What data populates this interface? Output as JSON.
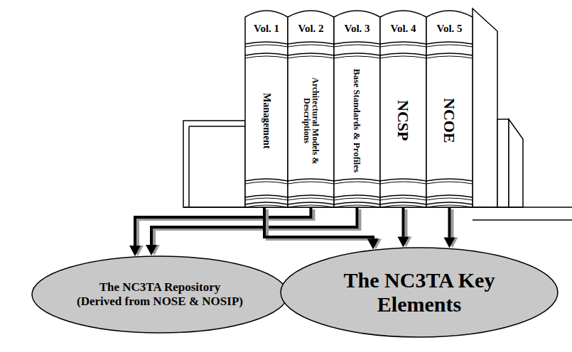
{
  "diagram": {
    "nodes": [
      {
        "text": [
          "Vol. 1",
          "Management"
        ]
      },
      {
        "text": [
          "Vol. 2",
          "Architectural Models & Descriptions"
        ]
      },
      {
        "text": [
          "Vol. 3",
          "Base Standards & Profiles"
        ]
      },
      {
        "text": [
          "Vol. 4",
          "NCSP"
        ]
      },
      {
        "text": [
          "Vol. 5",
          "NCOE"
        ]
      },
      {
        "text": [
          "The NC3TA Repository",
          "(Derived from NOSE & NOSIP)"
        ]
      },
      {
        "text": [
          "The NC3TA Key Elements"
        ]
      }
    ],
    "edges": [
      {
        "from": 1,
        "to": 5,
        "arrow": "to"
      },
      {
        "from": 2,
        "to": 5,
        "arrow": "to"
      },
      {
        "from": 0,
        "to": 6,
        "arrow": "to"
      },
      {
        "from": 3,
        "to": 6,
        "arrow": "to"
      },
      {
        "from": 4,
        "to": 6,
        "arrow": "to"
      }
    ]
  }
}
